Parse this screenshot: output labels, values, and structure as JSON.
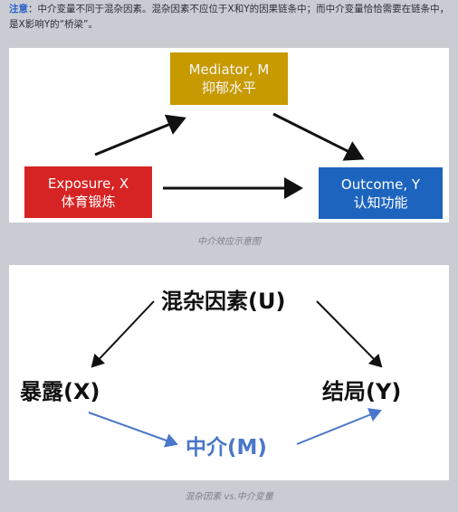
{
  "note": {
    "label": "注意",
    "text": "：中介变量不同于混杂因素。混杂因素不应位于X和Y的因果链条中；而中介变量恰恰需要在链条中，是X影响Y的“桥梁”。"
  },
  "diagram1": {
    "mediator_line1": "Mediator, M",
    "mediator_line2": "抑郁水平",
    "exposure_line1": "Exposure, X",
    "exposure_line2": "体育锻炼",
    "outcome_line1": "Outcome, Y",
    "outcome_line2": "认知功能",
    "caption": "中介效应示意图",
    "colors": {
      "mediator": "#c79a00",
      "exposure": "#d62424",
      "outcome": "#1d64be"
    }
  },
  "diagram2": {
    "confounder": "混杂因素(U)",
    "exposure": "暴露(X)",
    "outcome": "结局(Y)",
    "mediator": "中介(M)",
    "caption": "混杂因素 vs.中介变量",
    "colors": {
      "mediator_path": "#4a77c9"
    }
  }
}
